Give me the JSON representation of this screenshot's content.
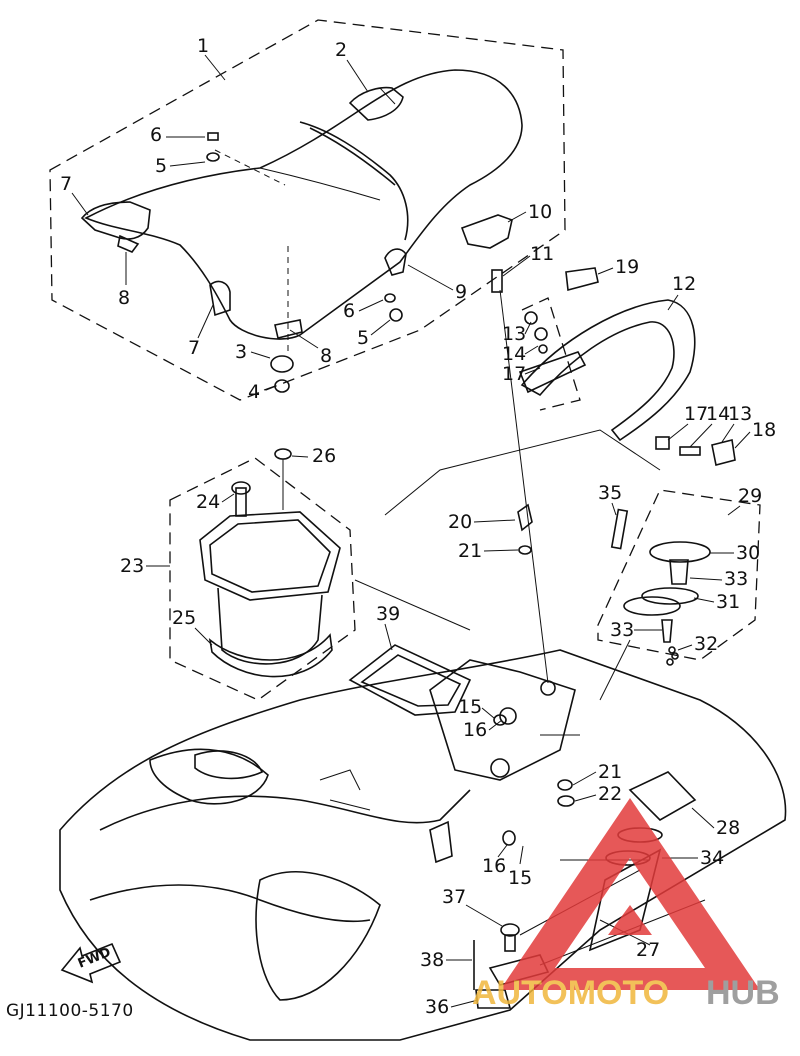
{
  "diagram_code": "GJ11100-5170",
  "fwd_label": "FWD",
  "watermark": {
    "part1": "AUTOMOTO",
    "part2": "HUB",
    "accent_color": "#e23b3b",
    "text_color_1": "#f0b73d",
    "text_color_2": "#8f8f8f"
  },
  "callouts": {
    "c1": "1",
    "c2": "2",
    "c3": "3",
    "c4": "4",
    "c5a": "5",
    "c5b": "5",
    "c6a": "6",
    "c6b": "6",
    "c7a": "7",
    "c7b": "7",
    "c8a": "8",
    "c8b": "8",
    "c9": "9",
    "c10": "10",
    "c11": "11",
    "c12": "12",
    "c13a": "13",
    "c13b": "13",
    "c14a": "14",
    "c14b": "14",
    "c15a": "15",
    "c15b": "15",
    "c16a": "16",
    "c16b": "16",
    "c17a": "17",
    "c17b": "17",
    "c18": "18",
    "c19": "19",
    "c20": "20",
    "c21a": "21",
    "c21b": "21",
    "c22": "22",
    "c23": "23",
    "c24": "24",
    "c25": "25",
    "c26": "26",
    "c27": "27",
    "c28": "28",
    "c29": "29",
    "c30": "30",
    "c31": "31",
    "c32": "32",
    "c33a": "33",
    "c33b": "33",
    "c34": "34",
    "c35": "35",
    "c36": "36",
    "c37": "37",
    "c38": "38",
    "c39": "39"
  }
}
